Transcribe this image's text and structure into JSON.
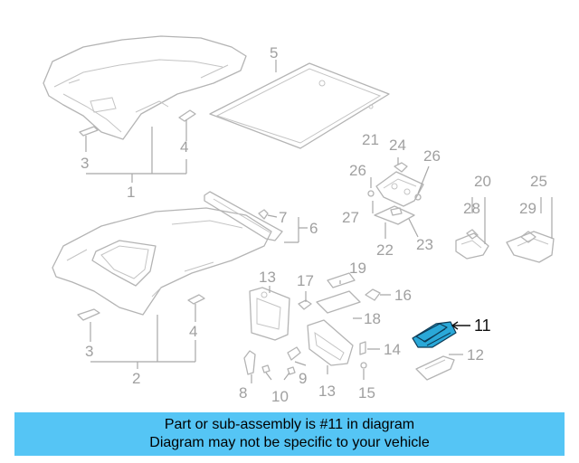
{
  "callouts": {
    "n1": "1",
    "n2": "2",
    "n3a": "3",
    "n3b": "3",
    "n4a": "4",
    "n4b": "4",
    "n5": "5",
    "n6": "6",
    "n7": "7",
    "n8": "8",
    "n9": "9",
    "n10": "10",
    "n11": "11",
    "n12": "12",
    "n13a": "13",
    "n13b": "13",
    "n14": "14",
    "n15": "15",
    "n16": "16",
    "n17": "17",
    "n18": "18",
    "n19": "19",
    "n20": "20",
    "n21": "21",
    "n22": "22",
    "n23": "23",
    "n24": "24",
    "n25": "25",
    "n26a": "26",
    "n26b": "26",
    "n27": "27",
    "n28": "28",
    "n29": "29"
  },
  "highlighted_part": "11",
  "highlight_color": "#2aa8d8",
  "banner": {
    "line1": "Part or sub-assembly is #11 in diagram",
    "line2": "Diagram may not be specific to your vehicle",
    "background": "#55c5f5"
  }
}
